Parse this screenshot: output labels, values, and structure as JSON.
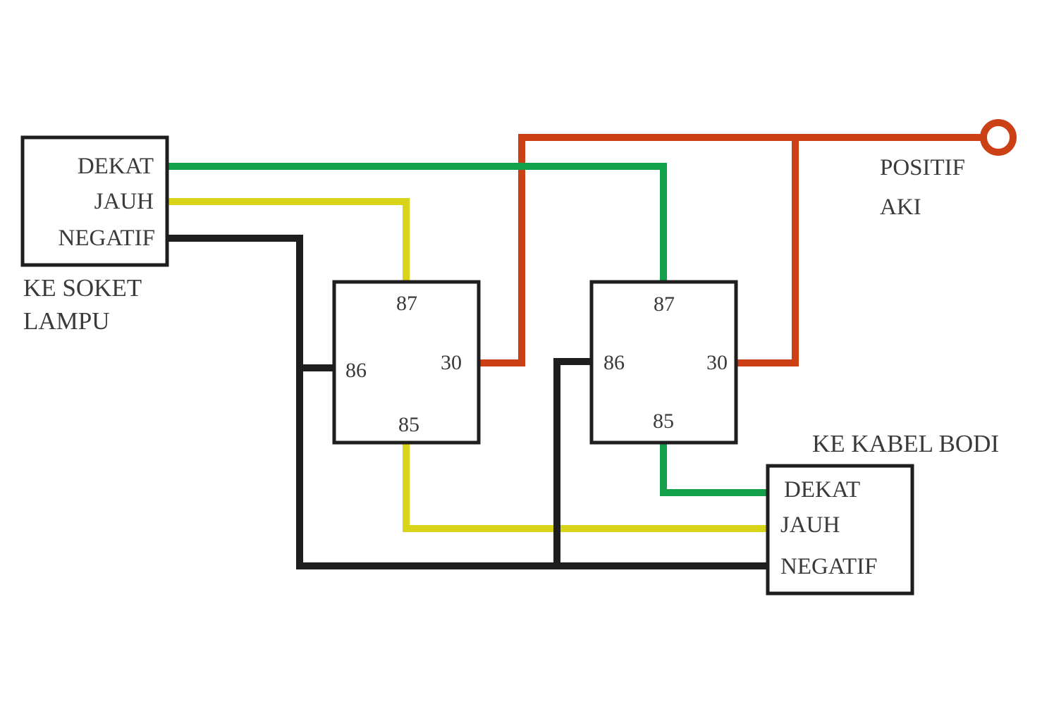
{
  "colors": {
    "green": "#12a04a",
    "yellow": "#d8d41a",
    "black": "#1e1e1e",
    "red": "#cc4016",
    "box": "#1e1e1e",
    "text": "#3a3a3a"
  },
  "left_connector": {
    "pins": [
      "DEKAT",
      "JAUH",
      "NEGATIF"
    ],
    "caption_line1": "KE SOKET",
    "caption_line2": "LAMPU"
  },
  "relay_1": {
    "pin_top": "87",
    "pin_left": "86",
    "pin_right": "30",
    "pin_bottom": "85"
  },
  "relay_2": {
    "pin_top": "87",
    "pin_left": "86",
    "pin_right": "30",
    "pin_bottom": "85"
  },
  "battery": {
    "label_line1": "POSITIF",
    "label_line2": "AKI"
  },
  "right_connector": {
    "caption": "KE KABEL BODI",
    "pins": [
      "DEKAT",
      "JAUH",
      "NEGATIF"
    ]
  }
}
